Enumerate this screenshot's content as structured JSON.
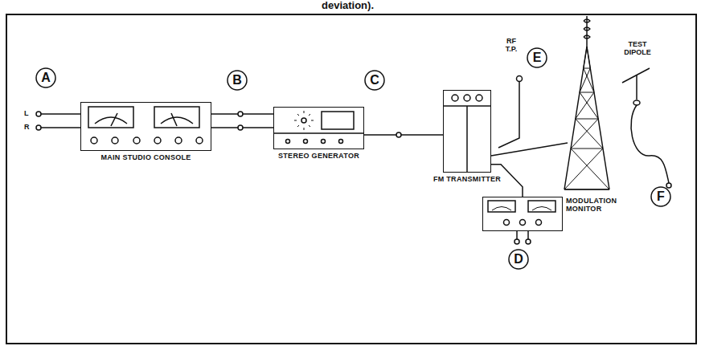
{
  "diagram": {
    "nodes": [
      {
        "text": [
          "A"
        ]
      },
      {
        "text": [
          "MAIN STUDIO CONSOLE"
        ]
      },
      {
        "text": [
          "B"
        ]
      },
      {
        "text": [
          "STEREO GENERATOR"
        ]
      },
      {
        "text": [
          "C"
        ]
      },
      {
        "text": [
          "FM TRANSMITTER"
        ]
      },
      {
        "text": [
          "E"
        ]
      },
      {
        "text": [
          "MODULATION MONITOR"
        ]
      },
      {
        "text": [
          "D"
        ]
      },
      {
        "text": [
          "F"
        ]
      }
    ],
    "edges": [
      {
        "from": 1,
        "to": 3,
        "arrow": "none"
      },
      {
        "from": 1,
        "to": 3,
        "arrow": "none"
      },
      {
        "from": 3,
        "to": 5,
        "arrow": "none"
      },
      {
        "from": 5,
        "to": 7,
        "arrow": "none"
      }
    ],
    "labels": [
      "deviation).",
      "L",
      "R",
      "RF T.P.",
      "TEST DIPOLE"
    ]
  }
}
